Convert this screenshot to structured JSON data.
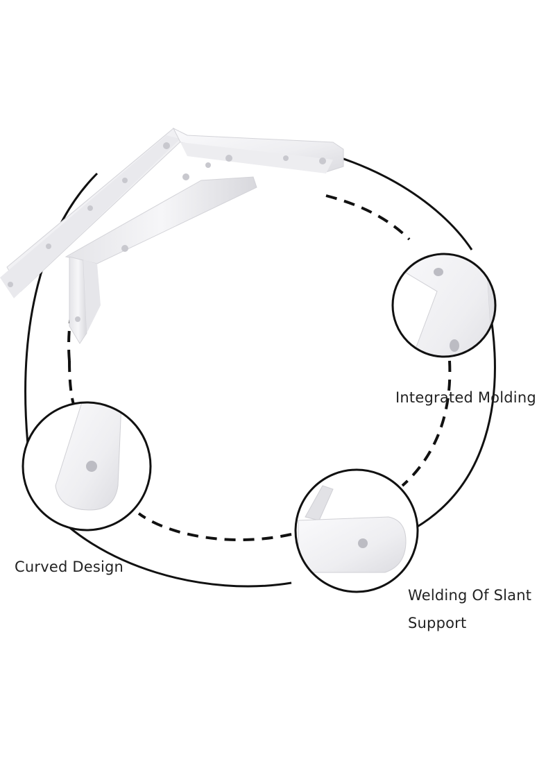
{
  "labels": {
    "integrated_molding": "Integrated Molding",
    "curved_design": "Curved Design",
    "welding_line1": "Welding Of Slant",
    "welding_line2": "Support"
  },
  "colors": {
    "bracket_face": "#f4f4f6",
    "bracket_shadow": "#d9d9de",
    "outline": "#111111",
    "text": "#222222"
  }
}
